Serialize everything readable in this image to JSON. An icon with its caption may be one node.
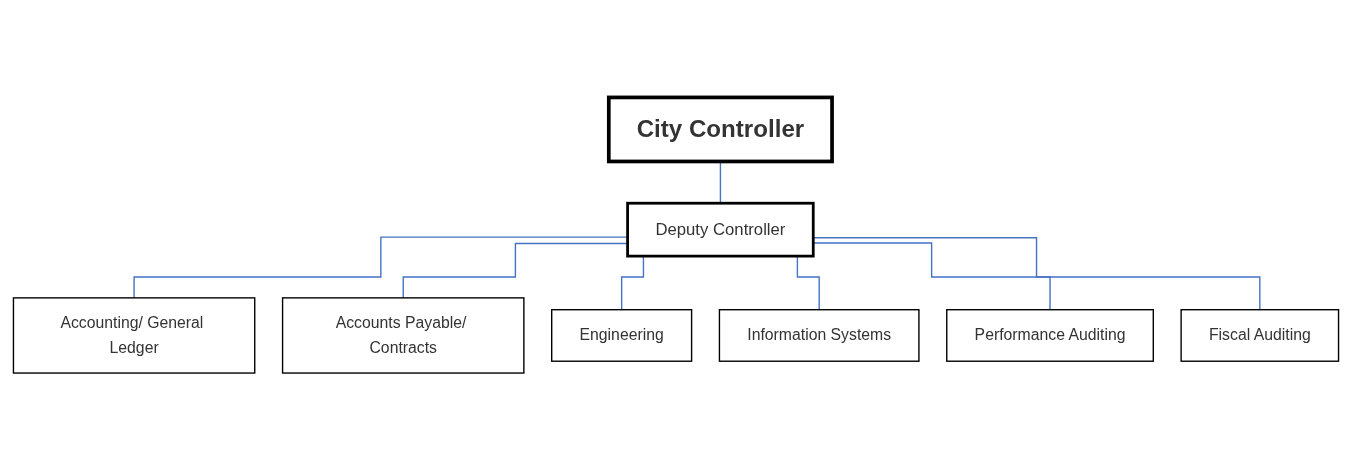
{
  "diagram": {
    "nodes": [
      {
        "text": [
          "City Controller"
        ]
      },
      {
        "text": [
          "Deputy Controller"
        ]
      },
      {
        "text": [
          "Accounting/ General Ledger"
        ]
      },
      {
        "text": [
          "Accounts Payable/ Contracts"
        ]
      },
      {
        "text": [
          "Engineering"
        ]
      },
      {
        "text": [
          "Information Systems"
        ]
      },
      {
        "text": [
          "Performance Auditing"
        ]
      },
      {
        "text": [
          "Fiscal Auditing"
        ]
      }
    ],
    "edges": [
      {
        "from": 0,
        "to": 1,
        "arrow": "none"
      },
      {
        "from": 1,
        "to": 2,
        "arrow": "none"
      },
      {
        "from": 1,
        "to": 3,
        "arrow": "none"
      },
      {
        "from": 1,
        "to": 4,
        "arrow": "none"
      },
      {
        "from": 1,
        "to": 5,
        "arrow": "none"
      },
      {
        "from": 1,
        "to": 6,
        "arrow": "none"
      },
      {
        "from": 1,
        "to": 7,
        "arrow": "none"
      }
    ]
  }
}
